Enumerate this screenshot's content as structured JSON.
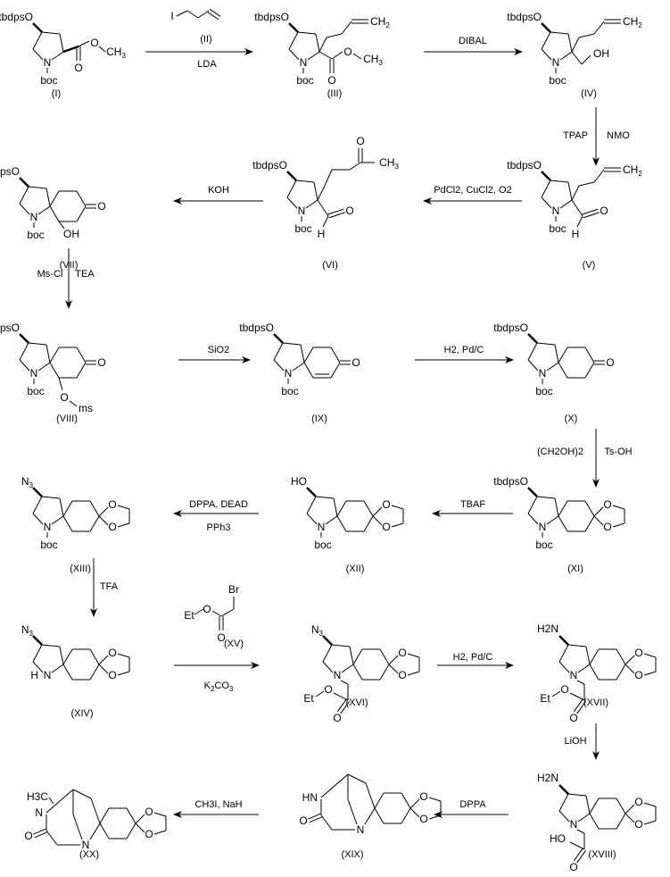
{
  "compounds": {
    "I": "(I)",
    "II": "(II)",
    "III": "(III)",
    "IV": "(IV)",
    "V": "(V)",
    "VI": "(VI)",
    "VII": "(VII)",
    "VIII": "(VIII)",
    "IX": "(IX)",
    "X": "(X)",
    "XI": "(XI)",
    "XII": "(XII)",
    "XIII": "(XIII)",
    "XIV": "(XIV)",
    "XV": "(XV)",
    "XVI": "(XVI)",
    "XVII": "(XVII)",
    "XVIII": "(XVIII)",
    "XIX": "(XIX)",
    "XX": "(XX)"
  },
  "reagents": {
    "lda": "LDA",
    "dibal": "DIBAL",
    "tpap": "TPAP",
    "nmo": "NMO",
    "wacker": "PdCl2, CuCl2, O2",
    "koh": "KOH",
    "mscl": "Ms-Cl",
    "tea": "TEA",
    "sio2": "SiO2",
    "h2pdc_1": "H2, Pd/C",
    "glycol": "(CH2OH)2",
    "tsoh": "Ts-OH",
    "tbaf": "TBAF",
    "dppa_dead": "DPPA, DEAD",
    "pph3": "PPh3",
    "tfa": "TFA",
    "k2co3": "K2CO3",
    "h2pdc_2": "H2, Pd/C",
    "lioh": "LiOH",
    "dppa": "DPPA",
    "ch3i_nah": "CH3I, NaH"
  },
  "atoms": {
    "tbdpsO": "tbdpsO",
    "HO": "HO",
    "N3": "N3",
    "H2N": "H2N",
    "N": "N",
    "boc": "boc",
    "O": "O",
    "CH3": "CH3",
    "H3C": "H3C",
    "CH2": "CH2",
    "OH": "OH",
    "H": "H",
    "ms": "ms",
    "I": "I",
    "Br": "Br",
    "Et": "Et",
    "HN": "HN"
  }
}
